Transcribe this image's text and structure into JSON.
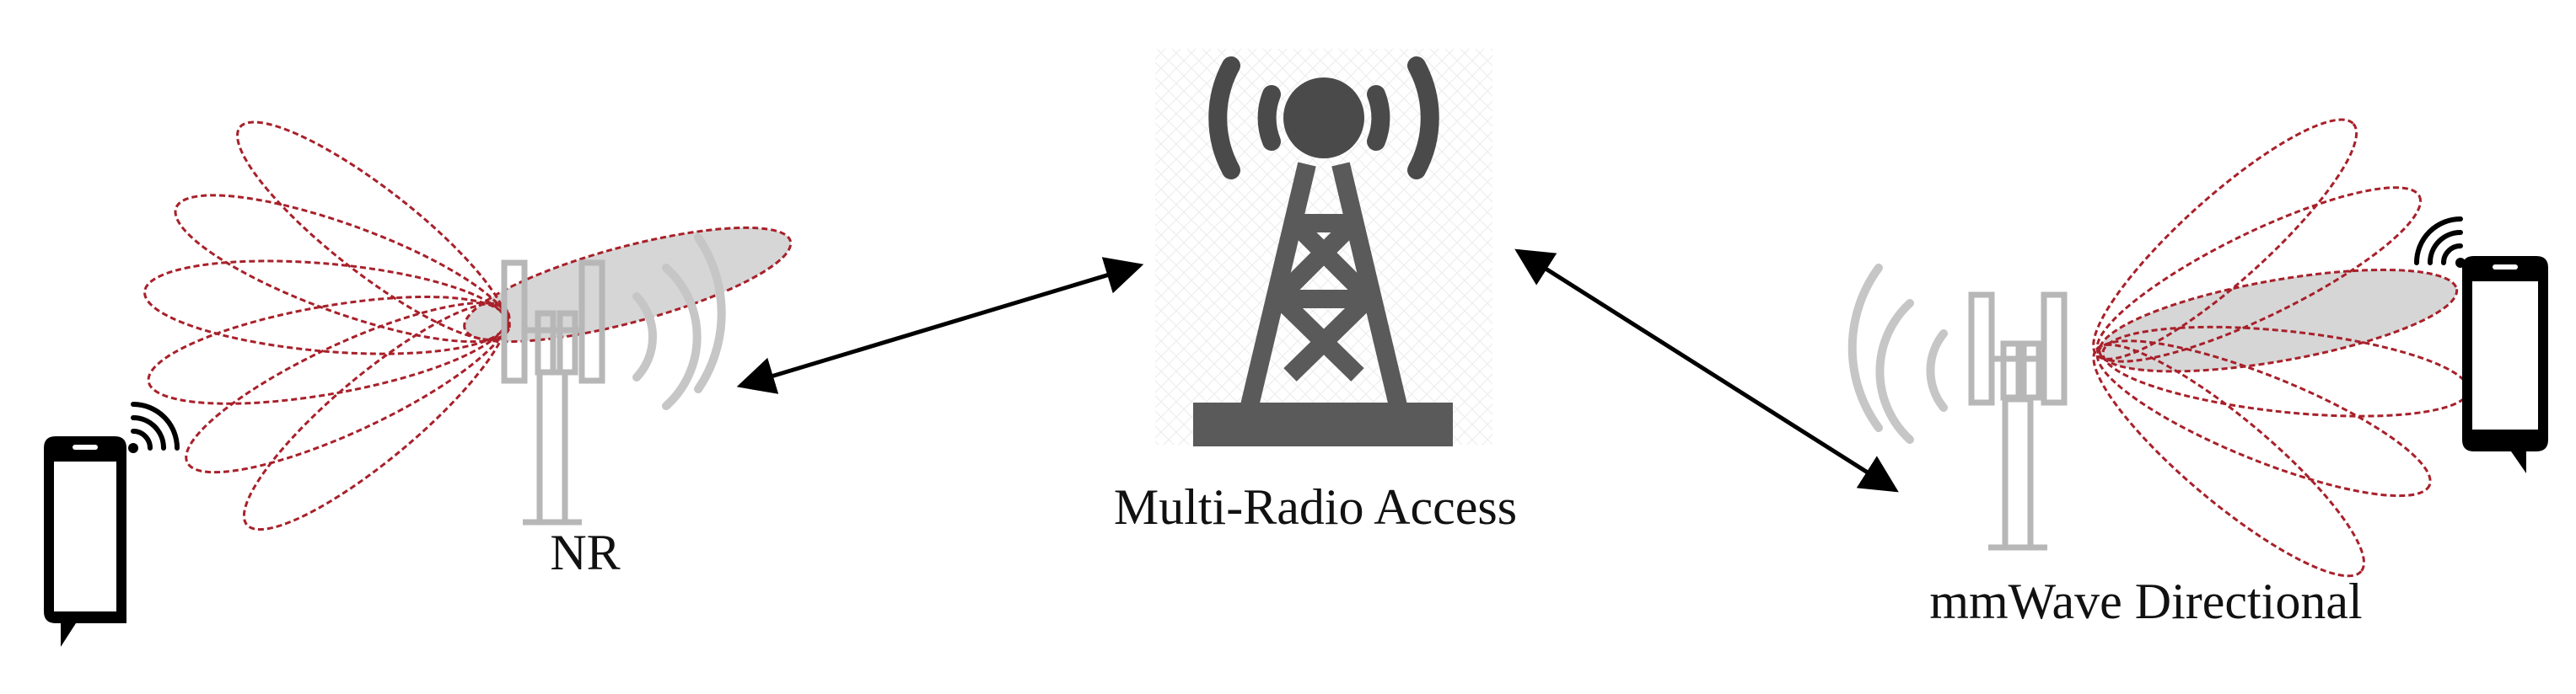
{
  "labels": {
    "left_station": "NR",
    "center_station": "Multi-Radio Access",
    "right_station": "mmWave Directional"
  },
  "nodes": [
    {
      "id": "nr",
      "icon": "antenna-mast-icon",
      "label_key": "left_station"
    },
    {
      "id": "multi-radio",
      "icon": "radio-tower-icon",
      "label_key": "center_station"
    },
    {
      "id": "mmwave",
      "icon": "antenna-mast-icon",
      "label_key": "right_station"
    }
  ],
  "links": [
    {
      "from": "nr",
      "to": "multi-radio",
      "type": "bidirectional-arrow"
    },
    {
      "from": "multi-radio",
      "to": "mmwave",
      "type": "bidirectional-arrow"
    }
  ],
  "devices": [
    {
      "id": "left-phone",
      "icon": "smartphone-icon"
    },
    {
      "id": "right-phone",
      "icon": "smartphone-icon"
    }
  ],
  "colors": {
    "beam_outline": "#a8202a",
    "beam_fill": "#d6d6d6",
    "antenna": "#b7b7b7",
    "tower": "#5a5a5a",
    "arrow": "#000000",
    "text": "#111111"
  }
}
